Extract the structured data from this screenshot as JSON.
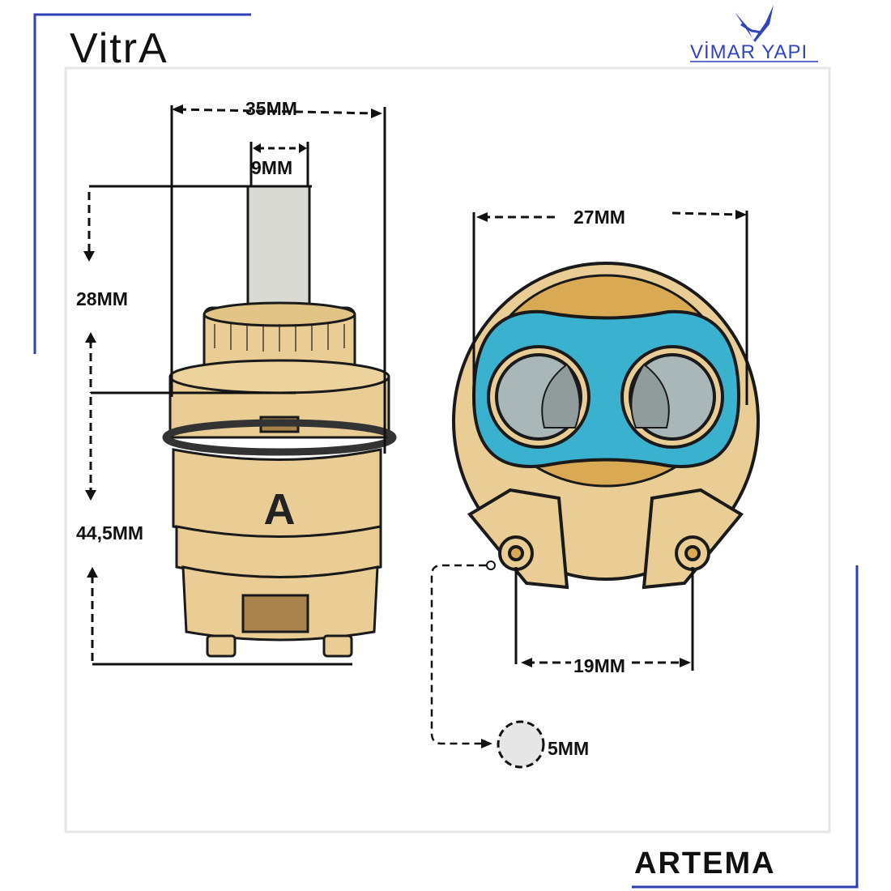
{
  "logos": {
    "vitra": "VitrA",
    "vimar": "VİMAR YAPI",
    "artema": "ARTEMA"
  },
  "side_view": {
    "width_label": "35MM",
    "stem_label": "9MM",
    "stem_height_label": "28MM",
    "body_height_label": "44,5MM",
    "body_letter": "A"
  },
  "bottom_view": {
    "diameter_label": "27MM",
    "pin_spacing_label": "19MM",
    "pin_diameter_label": "5MM"
  },
  "colors": {
    "frame": "#2f3fb5",
    "body": "#e9cd94",
    "seal": "#3ab1cf",
    "stem": "#d9dad3"
  }
}
